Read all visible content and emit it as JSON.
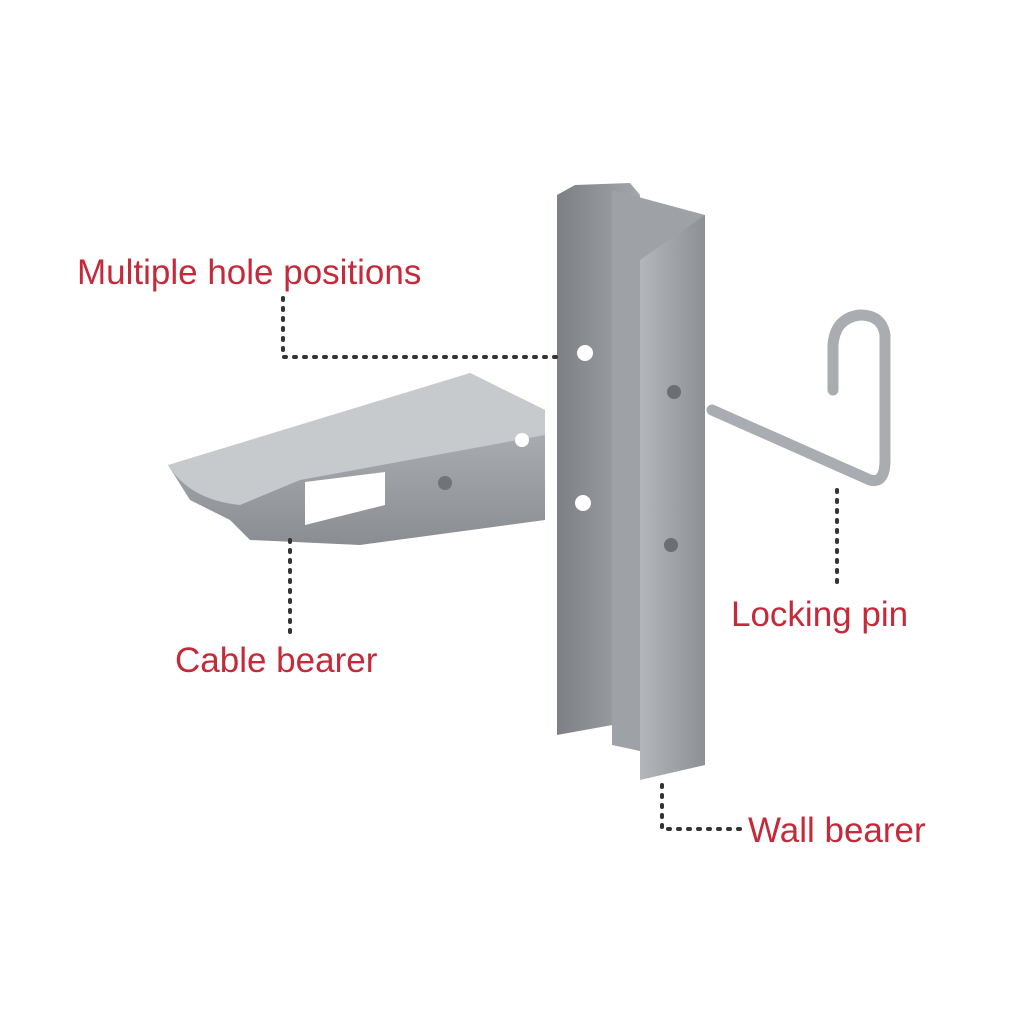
{
  "colors": {
    "label": "#c42a3a",
    "leader": "#333333",
    "metal": "#9a9da2",
    "metal_dark": "#6f7378",
    "metal_light": "#c4c7cb"
  },
  "labels": {
    "hole_positions": "Multiple hole positions",
    "cable_bearer": "Cable bearer",
    "locking_pin": "Locking pin",
    "wall_bearer": "Wall bearer"
  }
}
